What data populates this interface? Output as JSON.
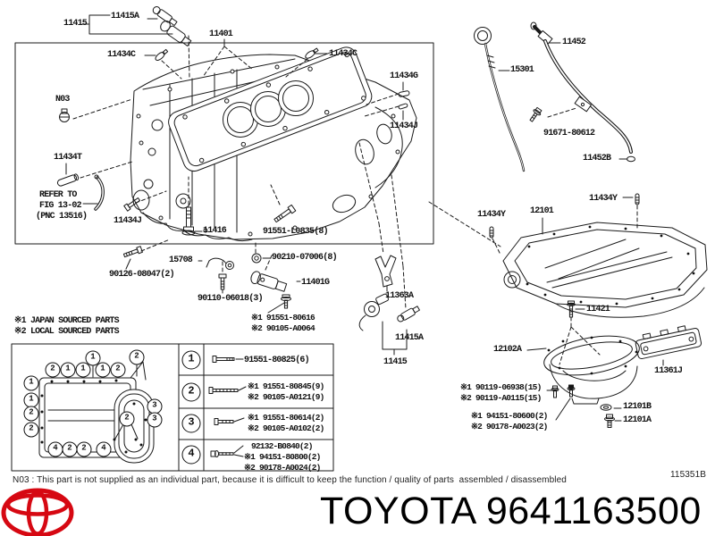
{
  "colors": {
    "line": "#1a1a1a",
    "text": "#111111",
    "toyota_red": "#d60812"
  },
  "callouts": {
    "t11415": "11415",
    "t11415a": "11415A",
    "t11401": "11401",
    "c11434c_l": "11434C",
    "c11434c_r": "11434C",
    "t11434g": "11434G",
    "t11434j_r": "11434J",
    "n03": "N03",
    "t11434t": "11434T",
    "refer1": "REFER TO",
    "refer2": "FIG 13-02",
    "refer3": "(PNC 13516)",
    "t11434j_b": "11434J",
    "t11416": "11416",
    "t91551_l0835": "91551-L0835(8)",
    "t90126": "90126-08047(2)",
    "t15708": "15708",
    "t90210": "90210-07006(8)",
    "t90110": "90110-06018(3)",
    "t11401g": "11401G",
    "t91551_80616": "※1 91551-80616",
    "t90105_a0064": "※2 90105-A0064",
    "japan": "※1 JAPAN SOURCED PARTS",
    "local": "※2 LOCAL SOURCED PARTS",
    "t11363a": "11363A",
    "t11415a_b": "11415A",
    "t11415_b": "11415",
    "t15301": "15301",
    "t11452": "11452",
    "t91671": "91671-80612",
    "t11452b": "11452B",
    "t11434y_l": "11434Y",
    "t12101": "12101",
    "t11434y_r": "11434Y",
    "t11421": "11421",
    "t12102a": "12102A",
    "t11361j": "11361J",
    "t90119_1": "※1 90119-06938(15)",
    "t90119_2": "※2 90119-A0115(15)",
    "t94151": "※1 94151-80600(2)",
    "t90178": "※2 90178-A0023(2)",
    "t12101b": "12101B",
    "t12101a": "12101A"
  },
  "legend_table": {
    "rows": [
      {
        "num": "1",
        "lines": [
          "91551-80825(6)"
        ]
      },
      {
        "num": "2",
        "lines": [
          "※1 91551-80845(9)",
          "※2 90105-A0121(9)"
        ]
      },
      {
        "num": "3",
        "lines": [
          "※1 91551-80614(2)",
          "※2 90105-A0102(2)"
        ]
      },
      {
        "num": "4",
        "lines": [
          "92132-B0840(2)",
          "※1 94151-80800(2)",
          "※2 90178-A0024(2)"
        ]
      }
    ]
  },
  "gasket_positions": [
    "1",
    "2",
    "2",
    "1",
    "1",
    "1",
    "2",
    "1",
    "1",
    "2",
    "2",
    "3",
    "3",
    "2",
    "4",
    "2",
    "2",
    "4"
  ],
  "footer": {
    "note": "N03 : This part is not supplied as an individual part, because it is difficult to keep the function / quality of parts  assembled / disassembled",
    "diagram_code": "115351B",
    "brand_line": "TOYOTA 9641163500"
  }
}
